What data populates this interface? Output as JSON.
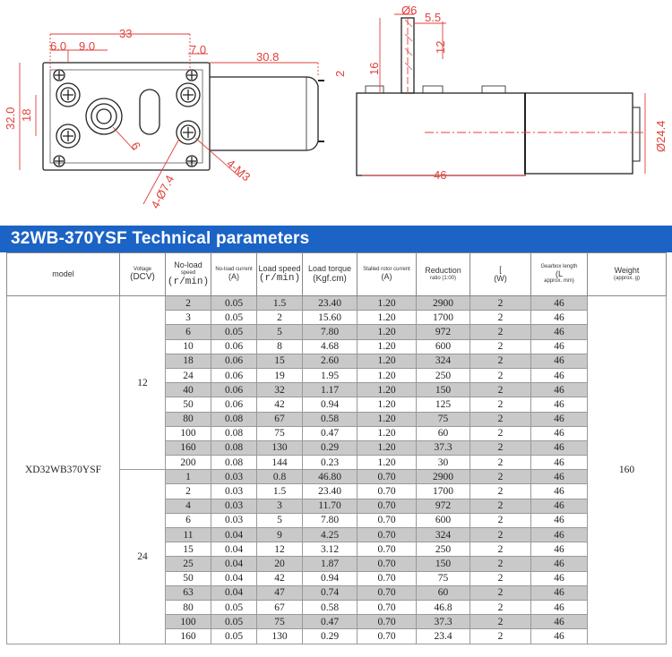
{
  "drawing": {
    "top_dims": [
      "33",
      "6.0",
      "9.0",
      "7.0",
      "30.8",
      "32.0",
      "18",
      "2",
      "6",
      "4-Ø7.4",
      "4-M3"
    ],
    "side_dims": [
      "Ø6",
      "5.5",
      "16",
      "12",
      "46",
      "Ø24.4"
    ]
  },
  "banner": {
    "title": "32WB-370YSF Technical parameters"
  },
  "headers": {
    "model": "model",
    "voltage": "Voltage",
    "voltage_unit": "(DCV)",
    "noload": "No-load",
    "noload_sub": "speed",
    "noload_unit": "(r/min)",
    "noload_current": "No-load current",
    "noload_current_unit": "(A)",
    "load_speed": "Load speed",
    "load_speed_unit": "(r/min)",
    "load_torque": "Load torque",
    "load_torque_unit": "(Kgf.cm)",
    "stalled": "Stalled rotor current",
    "stalled_unit": "(A)",
    "reduction": "Reduction",
    "reduction_sub": "ratio (1:00)",
    "power": "[",
    "power_unit": "(W)",
    "gearbox": "Gearbox length",
    "gearbox_l": "(L",
    "gearbox_sub": "approx. mm)",
    "weight": "Weight",
    "weight_sub": "(approx. g)"
  },
  "model": "XD32WB370YSF",
  "weight": "160",
  "groups": [
    {
      "voltage": "12",
      "rows": [
        [
          "2",
          "0.05",
          "1.5",
          "23.40",
          "1.20",
          "2900",
          "2",
          "46"
        ],
        [
          "3",
          "0.05",
          "2",
          "15.60",
          "1.20",
          "1700",
          "2",
          "46"
        ],
        [
          "6",
          "0.05",
          "5",
          "7.80",
          "1.20",
          "972",
          "2",
          "46"
        ],
        [
          "10",
          "0.06",
          "8",
          "4.68",
          "1.20",
          "600",
          "2",
          "46"
        ],
        [
          "18",
          "0.06",
          "15",
          "2.60",
          "1.20",
          "324",
          "2",
          "46"
        ],
        [
          "24",
          "0.06",
          "19",
          "1.95",
          "1.20",
          "250",
          "2",
          "46"
        ],
        [
          "40",
          "0.06",
          "32",
          "1.17",
          "1.20",
          "150",
          "2",
          "46"
        ],
        [
          "50",
          "0.06",
          "42",
          "0.94",
          "1.20",
          "125",
          "2",
          "46"
        ],
        [
          "80",
          "0.08",
          "67",
          "0.58",
          "1.20",
          "75",
          "2",
          "46"
        ],
        [
          "100",
          "0.08",
          "75",
          "0.47",
          "1.20",
          "60",
          "2",
          "46"
        ],
        [
          "160",
          "0.08",
          "130",
          "0.29",
          "1.20",
          "37.3",
          "2",
          "46"
        ],
        [
          "200",
          "0.08",
          "144",
          "0.23",
          "1.20",
          "30",
          "2",
          "46"
        ]
      ]
    },
    {
      "voltage": "24",
      "rows": [
        [
          "1",
          "0.03",
          "0.8",
          "46.80",
          "0.70",
          "2900",
          "2",
          "46"
        ],
        [
          "2",
          "0.03",
          "1.5",
          "23.40",
          "0.70",
          "1700",
          "2",
          "46"
        ],
        [
          "4",
          "0.03",
          "3",
          "11.70",
          "0.70",
          "972",
          "2",
          "46"
        ],
        [
          "6",
          "0.03",
          "5",
          "7.80",
          "0.70",
          "600",
          "2",
          "46"
        ],
        [
          "11",
          "0.04",
          "9",
          "4.25",
          "0.70",
          "324",
          "2",
          "46"
        ],
        [
          "15",
          "0.04",
          "12",
          "3.12",
          "0.70",
          "250",
          "2",
          "46"
        ],
        [
          "25",
          "0.04",
          "20",
          "1.87",
          "0.70",
          "150",
          "2",
          "46"
        ],
        [
          "50",
          "0.04",
          "42",
          "0.94",
          "0.70",
          "75",
          "2",
          "46"
        ],
        [
          "63",
          "0.04",
          "47",
          "0.74",
          "0.70",
          "60",
          "2",
          "46"
        ],
        [
          "80",
          "0.05",
          "67",
          "0.58",
          "0.70",
          "46.8",
          "2",
          "46"
        ],
        [
          "100",
          "0.05",
          "75",
          "0.47",
          "0.70",
          "37.3",
          "2",
          "46"
        ],
        [
          "160",
          "0.05",
          "130",
          "0.29",
          "0.70",
          "23.4",
          "2",
          "46"
        ]
      ]
    }
  ],
  "colors": {
    "banner": "#1c63c6",
    "dimension": "#e0403a",
    "shaded_row": "#c9c9c9"
  }
}
